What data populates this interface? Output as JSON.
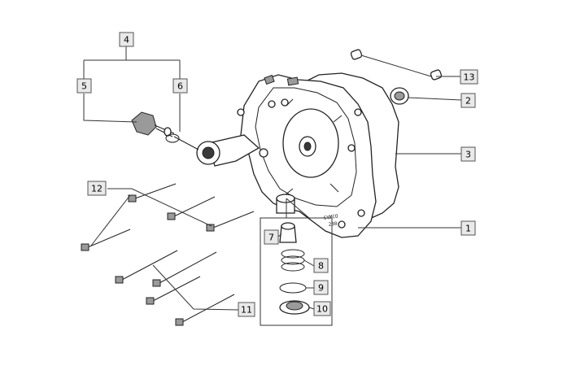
{
  "callouts": [
    {
      "id": "1",
      "label": "1"
    },
    {
      "id": "2",
      "label": "2"
    },
    {
      "id": "3",
      "label": "3"
    },
    {
      "id": "4",
      "label": "4"
    },
    {
      "id": "5",
      "label": "5"
    },
    {
      "id": "6",
      "label": "6"
    },
    {
      "id": "7",
      "label": "7"
    },
    {
      "id": "8",
      "label": "8"
    },
    {
      "id": "9",
      "label": "9"
    },
    {
      "id": "10",
      "label": "10"
    },
    {
      "id": "11",
      "label": "11"
    },
    {
      "id": "12",
      "label": "12"
    },
    {
      "id": "13",
      "label": "13"
    }
  ],
  "cover_stamp": {
    "line1": "SYMCO",
    "line2": "230"
  }
}
